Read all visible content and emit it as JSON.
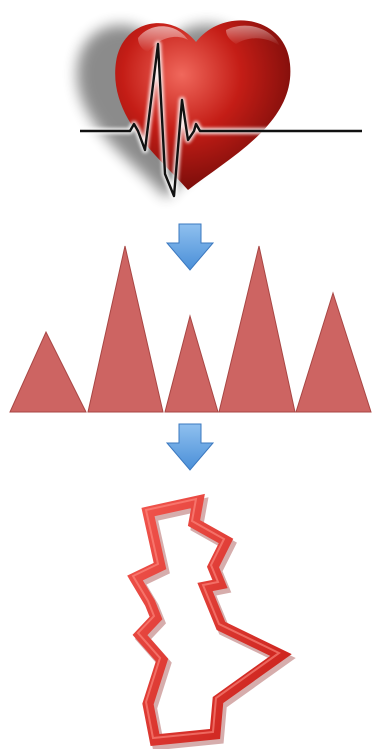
{
  "steps": [
    {
      "name": "heart-ecg-illustration",
      "icon": "heart-ecg-icon"
    },
    {
      "name": "down-arrow-1",
      "icon": "arrow-down-icon"
    },
    {
      "name": "triangle-peaks",
      "icon": "triangle-peaks-icon",
      "peak_count": 5
    },
    {
      "name": "down-arrow-2",
      "icon": "arrow-down-icon"
    },
    {
      "name": "jagged-outline",
      "icon": "jagged-outline-icon"
    }
  ],
  "colors": {
    "heart_light": "#f0685c",
    "heart_mid": "#c41d16",
    "heart_dark": "#6b0a08",
    "ecg_line": "#111111",
    "arrow_top": "#8fc0ef",
    "arrow_bottom": "#4a8fd8",
    "triangle_fill": "#cd6462",
    "triangle_stroke": "#a84644",
    "outline_light": "#f2564e",
    "outline_dark": "#c81d17"
  }
}
